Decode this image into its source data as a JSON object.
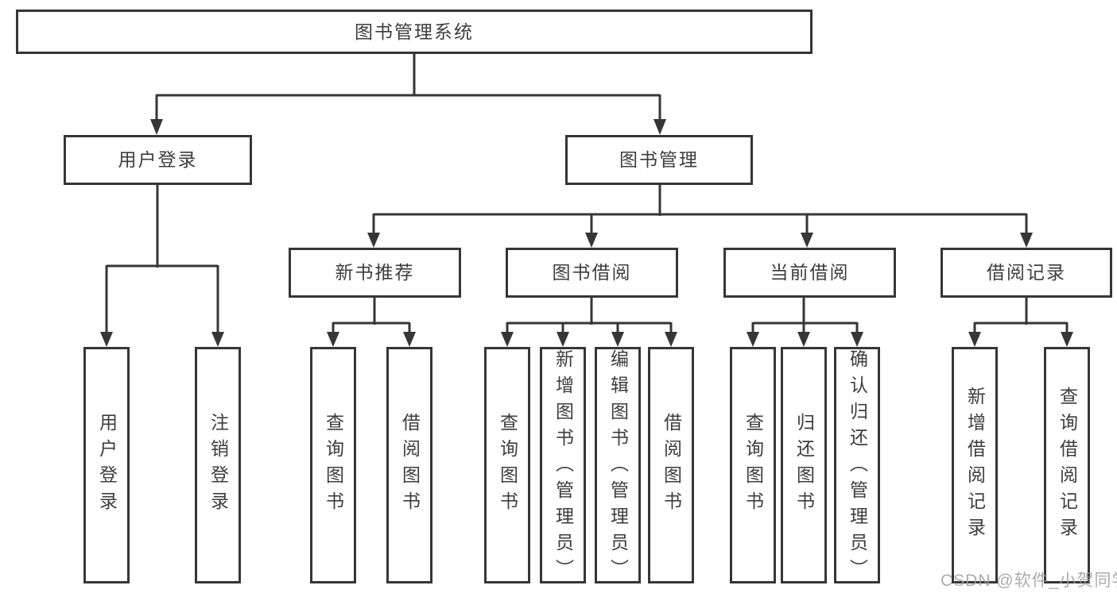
{
  "watermark": "CSDN @软件_小贺同学",
  "colors": {
    "line": "#363636",
    "border": "#363636",
    "text": "#3d3d3d",
    "background": "#ffffff",
    "watermark": "#9e9e9e"
  },
  "tree": {
    "label": "图书管理系统",
    "children": [
      {
        "label": "用户登录",
        "children": [
          {
            "label": "用户登录"
          },
          {
            "label": "注销登录"
          }
        ]
      },
      {
        "label": "图书管理",
        "children": [
          {
            "label": "新书推荐",
            "children": [
              {
                "label": "查询图书"
              },
              {
                "label": "借阅图书"
              }
            ]
          },
          {
            "label": "图书借阅",
            "children": [
              {
                "label": "查询图书"
              },
              {
                "label": "新增图书（管理员）"
              },
              {
                "label": "编辑图书（管理员）"
              },
              {
                "label": "借阅图书"
              }
            ]
          },
          {
            "label": "当前借阅",
            "children": [
              {
                "label": "查询图书"
              },
              {
                "label": "归还图书"
              },
              {
                "label": "确认归还（管理员）"
              }
            ]
          },
          {
            "label": "借阅记录",
            "children": [
              {
                "label": "新增借阅记录"
              },
              {
                "label": "查询借阅记录"
              }
            ]
          }
        ]
      }
    ]
  }
}
